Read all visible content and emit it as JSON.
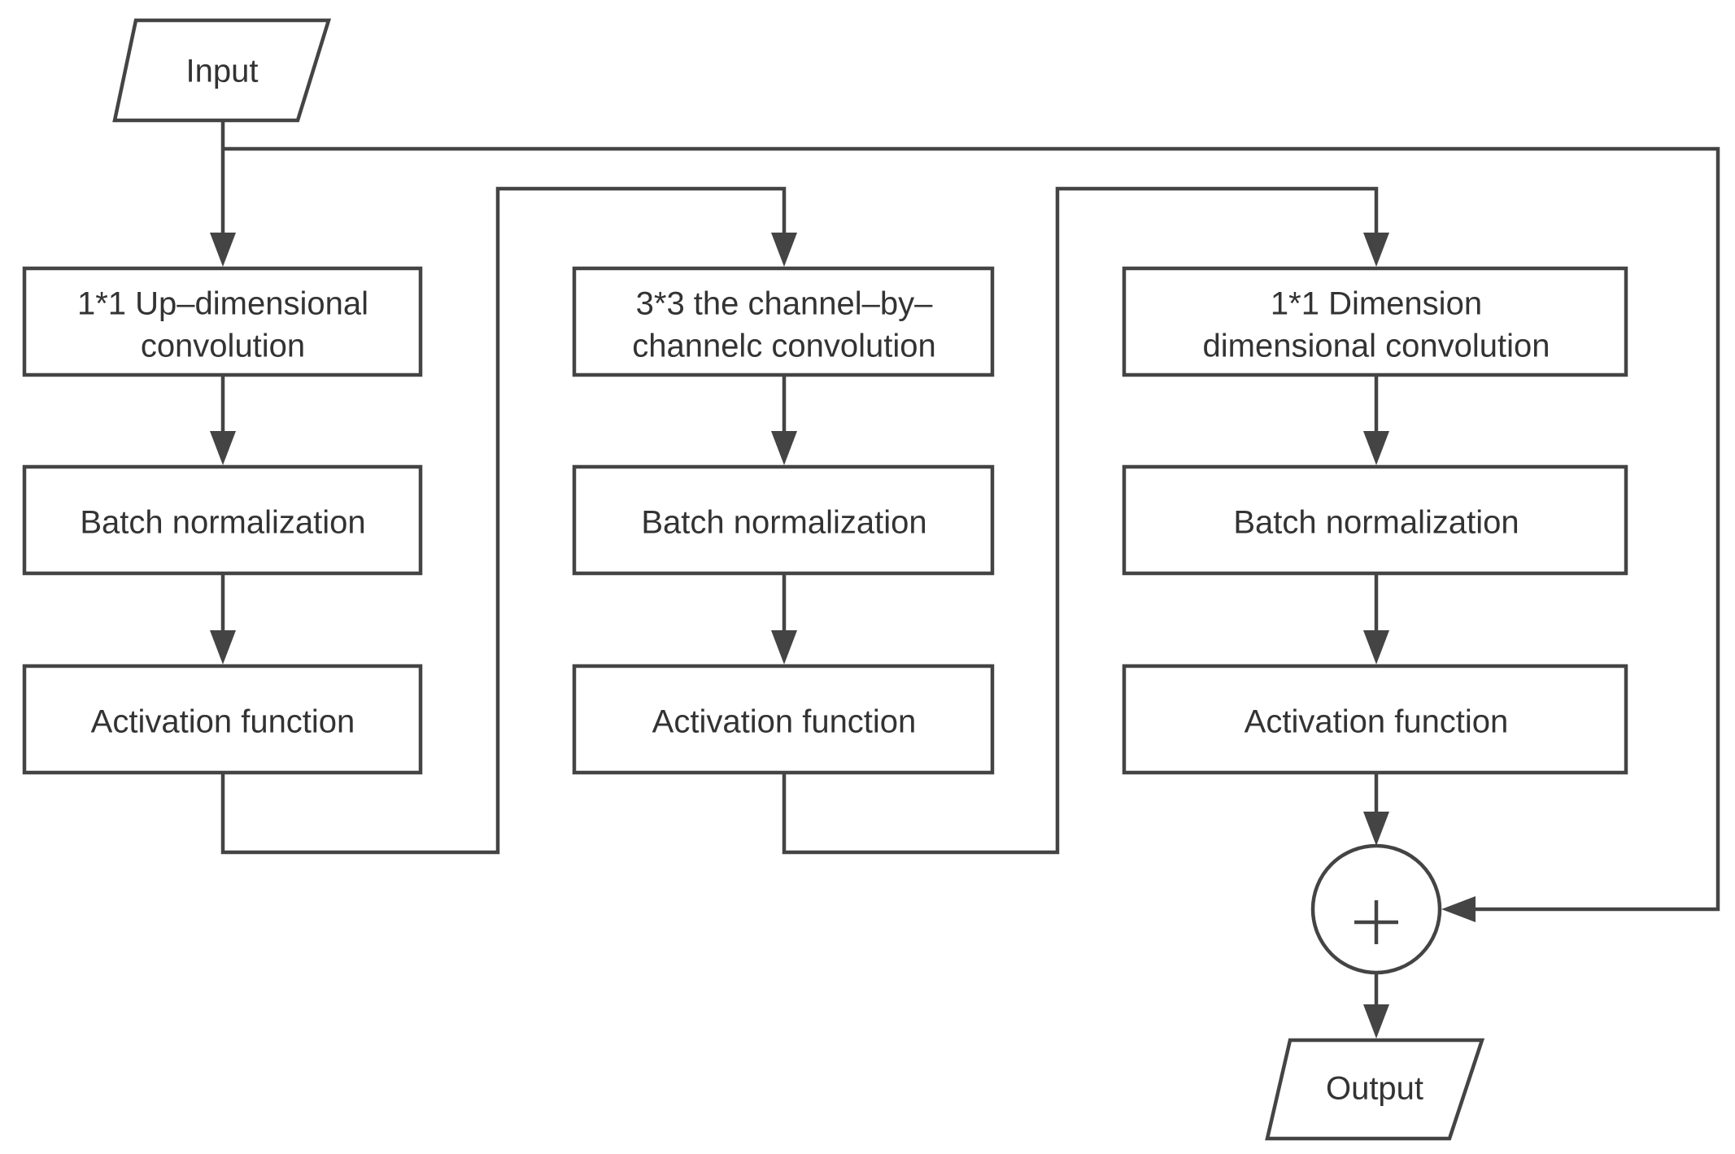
{
  "input_label": "Input",
  "output_label": "Output",
  "branches": [
    {
      "conv_lines": [
        "1*1 Up–dimensional",
        "convolution"
      ],
      "bn_label": "Batch normalization",
      "act_label": "Activation function"
    },
    {
      "conv_lines": [
        "3*3 the channel–by–",
        "channelc convolution"
      ],
      "bn_label": "Batch normalization",
      "act_label": "Activation function"
    },
    {
      "conv_lines": [
        "1*1  Dimension",
        "dimensional convolution"
      ],
      "bn_label": "Batch normalization",
      "act_label": "Activation function"
    }
  ],
  "sum_symbol": "+"
}
